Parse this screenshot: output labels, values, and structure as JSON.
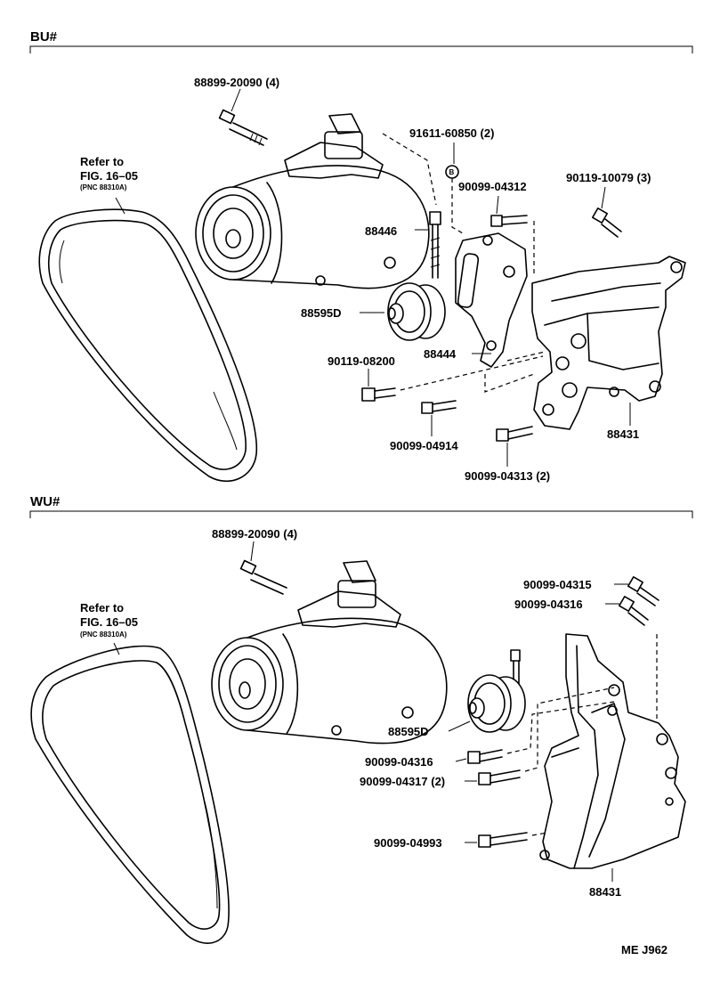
{
  "sections": {
    "bu": {
      "title": "BU#",
      "parts": {
        "bolt_compressor": "88899-20090 (4)",
        "stud_bolt": "91611-60850 (2)",
        "circle_mark": "B",
        "bolt_04312": "90099-04312",
        "bolt_10079": "90119-10079 (3)",
        "bolt_88446": "88446",
        "idler_pulley": "88595D",
        "bolt_08200": "90119-08200",
        "bracket_88444": "88444",
        "bolt_04914": "90099-04914",
        "bracket_88431": "88431",
        "bolt_04313": "90099-04313 (2)"
      },
      "refer": {
        "line1": "Refer to",
        "line2": "FIG. 16–05",
        "line3": "(PNC 88310A)"
      }
    },
    "wu": {
      "title": "WU#",
      "parts": {
        "bolt_compressor": "88899-20090 (4)",
        "bolt_04315": "90099-04315",
        "bolt_04316_top": "90099-04316",
        "idler_pulley": "88595D",
        "bolt_04316": "90099-04316",
        "bolt_04317": "90099-04317 (2)",
        "bolt_04993": "90099-04993",
        "bracket_88431": "88431"
      },
      "refer": {
        "line1": "Refer to",
        "line2": "FIG. 16–05",
        "line3": "(PNC 88310A)"
      }
    }
  },
  "footer_code": "ME J962"
}
